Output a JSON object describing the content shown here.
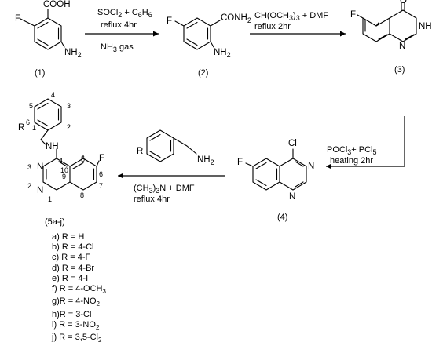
{
  "compounds": {
    "c1": {
      "label": "(1)",
      "F": "F",
      "COOH": "COOH",
      "NH2": "NH",
      "NH2_sub": "2"
    },
    "c2": {
      "label": "(2)",
      "F": "F",
      "CONH2": "CONH",
      "CONH2_sub": "2",
      "NH2": "NH",
      "NH2_sub": "2"
    },
    "c3": {
      "label": "(3)",
      "F": "F",
      "O": "O",
      "NH": "NH",
      "N": "N"
    },
    "c4": {
      "label": "(4)",
      "F": "F",
      "Cl": "Cl",
      "N1": "N",
      "N2": "N"
    },
    "c5": {
      "label": "(5a-j)",
      "F": "F",
      "NH": "NH",
      "R": "R",
      "N_top": "N",
      "N_bottom": "N",
      "numbering": {
        "n1": "1",
        "n2": "2",
        "n3": "3",
        "n4": "4",
        "n5": "5",
        "n6": "6",
        "n7": "7",
        "n8": "8",
        "n9": "9",
        "n10": "10",
        "p1": "1",
        "p2": "2",
        "p3": "3",
        "p4": "4",
        "p5": "5",
        "p6": "6"
      }
    },
    "amine": {
      "R": "R",
      "NH2": "NH",
      "NH2_sub": "2"
    }
  },
  "conditions": {
    "step1_line1": {
      "a": "SOCl",
      "b": "2",
      "c": " + C",
      "d": "6",
      "e": "H",
      "f": "6"
    },
    "step1_line2": "reflux 4hr",
    "step1_line3": "NH",
    "step1_line3_sub": "3",
    "step1_line3_tail": " gas",
    "step2_line1": {
      "a": "CH(OCH",
      "b": "3",
      "c": ")",
      "d": "3",
      "e": " + DMF"
    },
    "step2_line2": "reflux 2hr",
    "step3_line1": {
      "a": "POCl",
      "b": "3",
      "c": "+ PCl",
      "d": "5"
    },
    "step3_line2": "heating 2hr",
    "step4_line1": {
      "a": "(CH",
      "b": "3",
      "c": ")",
      "d": "3",
      "e": "N + DMF"
    },
    "step4_line2": "reflux 4hr"
  },
  "substituents": [
    {
      "text": "a) R = H"
    },
    {
      "text": "b) R = 4-Cl"
    },
    {
      "text": "c) R = 4-F"
    },
    {
      "text": "d) R = 4-Br"
    },
    {
      "text": "e) R = 4-I"
    },
    {
      "text": "f) R = 4-OCH",
      "sub": "3"
    },
    {
      "text": "g)R = 4-NO",
      "sub": "2"
    },
    {
      "text": "h)R = 3-Cl"
    },
    {
      "text": "i) R = 3-NO",
      "sub": "2"
    },
    {
      "text": "j) R = 3,5-Cl",
      "sub": "2"
    }
  ]
}
